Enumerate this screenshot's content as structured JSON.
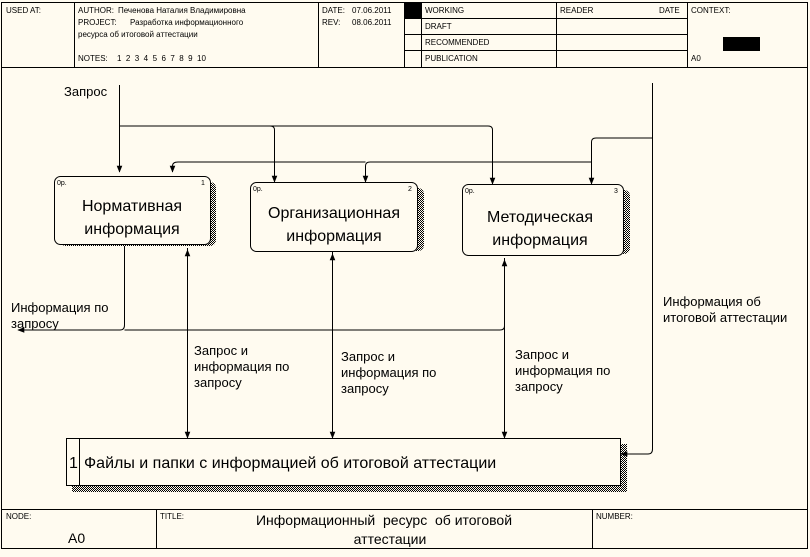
{
  "header": {
    "used_at_label": "USED AT:",
    "author_label": "AUTHOR:",
    "author_value": "Печенова Наталия Владимировна",
    "project_label": "PROJECT:",
    "project_line1": "Разработка информационного",
    "project_line2": "ресурса об итоговой аттестации",
    "notes_label": "NOTES:",
    "notes_values": "1  2  3  4  5  6  7  8  9  10",
    "date_label": "DATE:",
    "date_value": "07.06.2011",
    "rev_label": "REV:",
    "rev_value": "08.06.2011",
    "status": [
      "WORKING",
      "DRAFT",
      "RECOMMENDED",
      "PUBLICATION"
    ],
    "reader_label": "READER",
    "reader_date_label": "DATE",
    "context_label": "CONTEXT:",
    "context_node": "A0"
  },
  "activities": [
    {
      "id": "1",
      "corner": "0р.",
      "line1": "Нормативная",
      "line2": "информация"
    },
    {
      "id": "2",
      "corner": "0р.",
      "line1": "Организационная",
      "line2": "информация"
    },
    {
      "id": "3",
      "corner": "0р.",
      "line1": "Методическая",
      "line2": "информация"
    }
  ],
  "store": {
    "number": "1",
    "label": "Файлы и папки с информацией об итоговой аттестации"
  },
  "arrows": {
    "input_label": "Запрос",
    "output_left_line1": "Информация по",
    "output_left_line2": "запросу",
    "output_right_line1": "Информация об",
    "output_right_line2": "итоговой аттестации",
    "mid_line1": "Запрос и",
    "mid_line2": "информация по",
    "mid_line3": "запросу"
  },
  "footer": {
    "node_label": "NODE:",
    "node_value": "A0",
    "title_label": "TITLE:",
    "title_line1": "Информационный  ресурс  об итоговой",
    "title_line2": "аттестации",
    "number_label": "NUMBER:"
  }
}
